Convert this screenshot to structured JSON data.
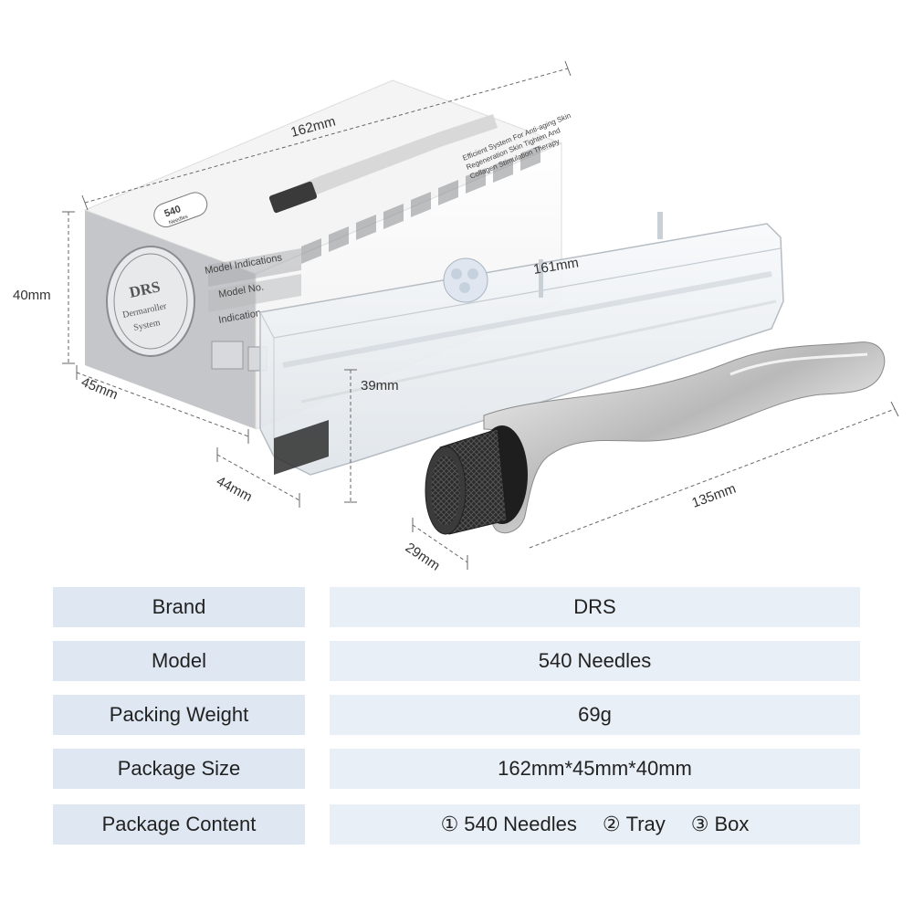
{
  "product": {
    "box": {
      "brand": "DRS",
      "brand_sub_line1": "Dermaroller",
      "brand_sub_line2": "System",
      "badge_count": "540",
      "badge_unit": "Needles",
      "tagline_line1": "Efficient System For Anti-aging Skin",
      "tagline_line2": "Regeneration Skin Tighten And",
      "tagline_line3": "Collagen Stimulation Therapy",
      "model_indications": "Model Indications",
      "model_no": "Model  No.",
      "indication": "Indication"
    },
    "dimensions": {
      "box_length": "162mm",
      "box_height": "40mm",
      "box_width": "45mm",
      "tray_length": "161mm",
      "tray_height": "39mm",
      "tray_width": "44mm",
      "roller_length": "135mm",
      "roller_width": "29mm"
    }
  },
  "specs": [
    {
      "label": "Brand",
      "value": "DRS"
    },
    {
      "label": "Model",
      "value": "540 Needles"
    },
    {
      "label": "Packing Weight",
      "value": "69g"
    },
    {
      "label": "Package Size",
      "value": "162mm*45mm*40mm"
    }
  ],
  "package_content": {
    "label": "Package Content",
    "items": [
      {
        "num": "①",
        "text": "540 Needles"
      },
      {
        "num": "②",
        "text": "Tray"
      },
      {
        "num": "③",
        "text": "Box"
      }
    ]
  }
}
